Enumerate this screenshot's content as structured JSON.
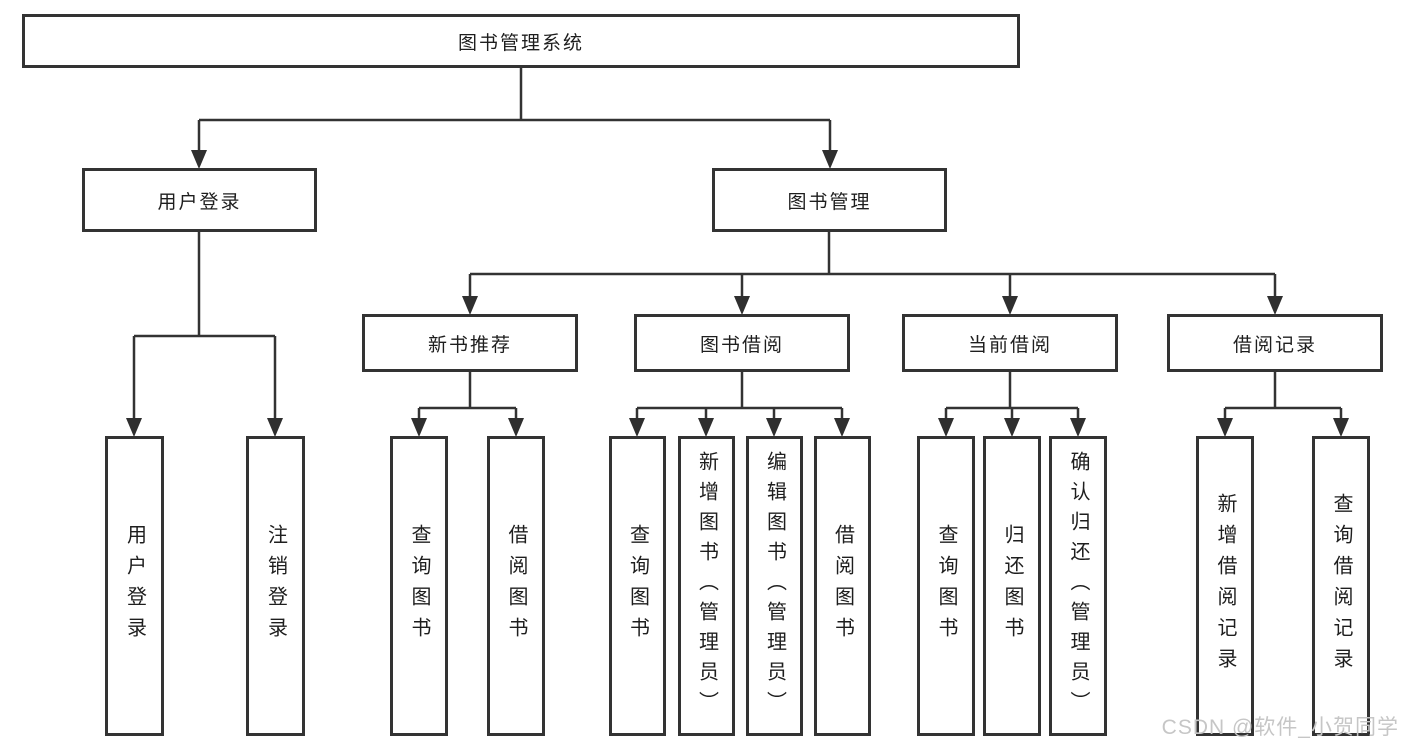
{
  "diagram": {
    "root": {
      "label": "图书管理系统"
    },
    "level2": [
      {
        "label": "用户登录"
      },
      {
        "label": "图书管理"
      }
    ],
    "level3": [
      {
        "label": "新书推荐"
      },
      {
        "label": "图书借阅"
      },
      {
        "label": "当前借阅"
      },
      {
        "label": "借阅记录"
      }
    ],
    "leaves": {
      "user_login": [
        {
          "label": "用户登录"
        },
        {
          "label": "注销登录"
        }
      ],
      "new_book": [
        {
          "label": "查询图书"
        },
        {
          "label": "借阅图书"
        }
      ],
      "borrow": [
        {
          "label": "查询图书"
        },
        {
          "label": "新增图书（管理员）"
        },
        {
          "label": "编辑图书（管理员）"
        },
        {
          "label": "借阅图书"
        }
      ],
      "current": [
        {
          "label": "查询图书"
        },
        {
          "label": "归还图书"
        },
        {
          "label": "确认归还（管理员）"
        }
      ],
      "records": [
        {
          "label": "新增借阅记录"
        },
        {
          "label": "查询借阅记录"
        }
      ]
    }
  },
  "watermark": "CSDN @软件_小贺同学",
  "colors": {
    "line": "#333333",
    "border": "#333333",
    "text": "#1e1e1e",
    "watermark": "#c6c6c6",
    "background": "#ffffff"
  }
}
